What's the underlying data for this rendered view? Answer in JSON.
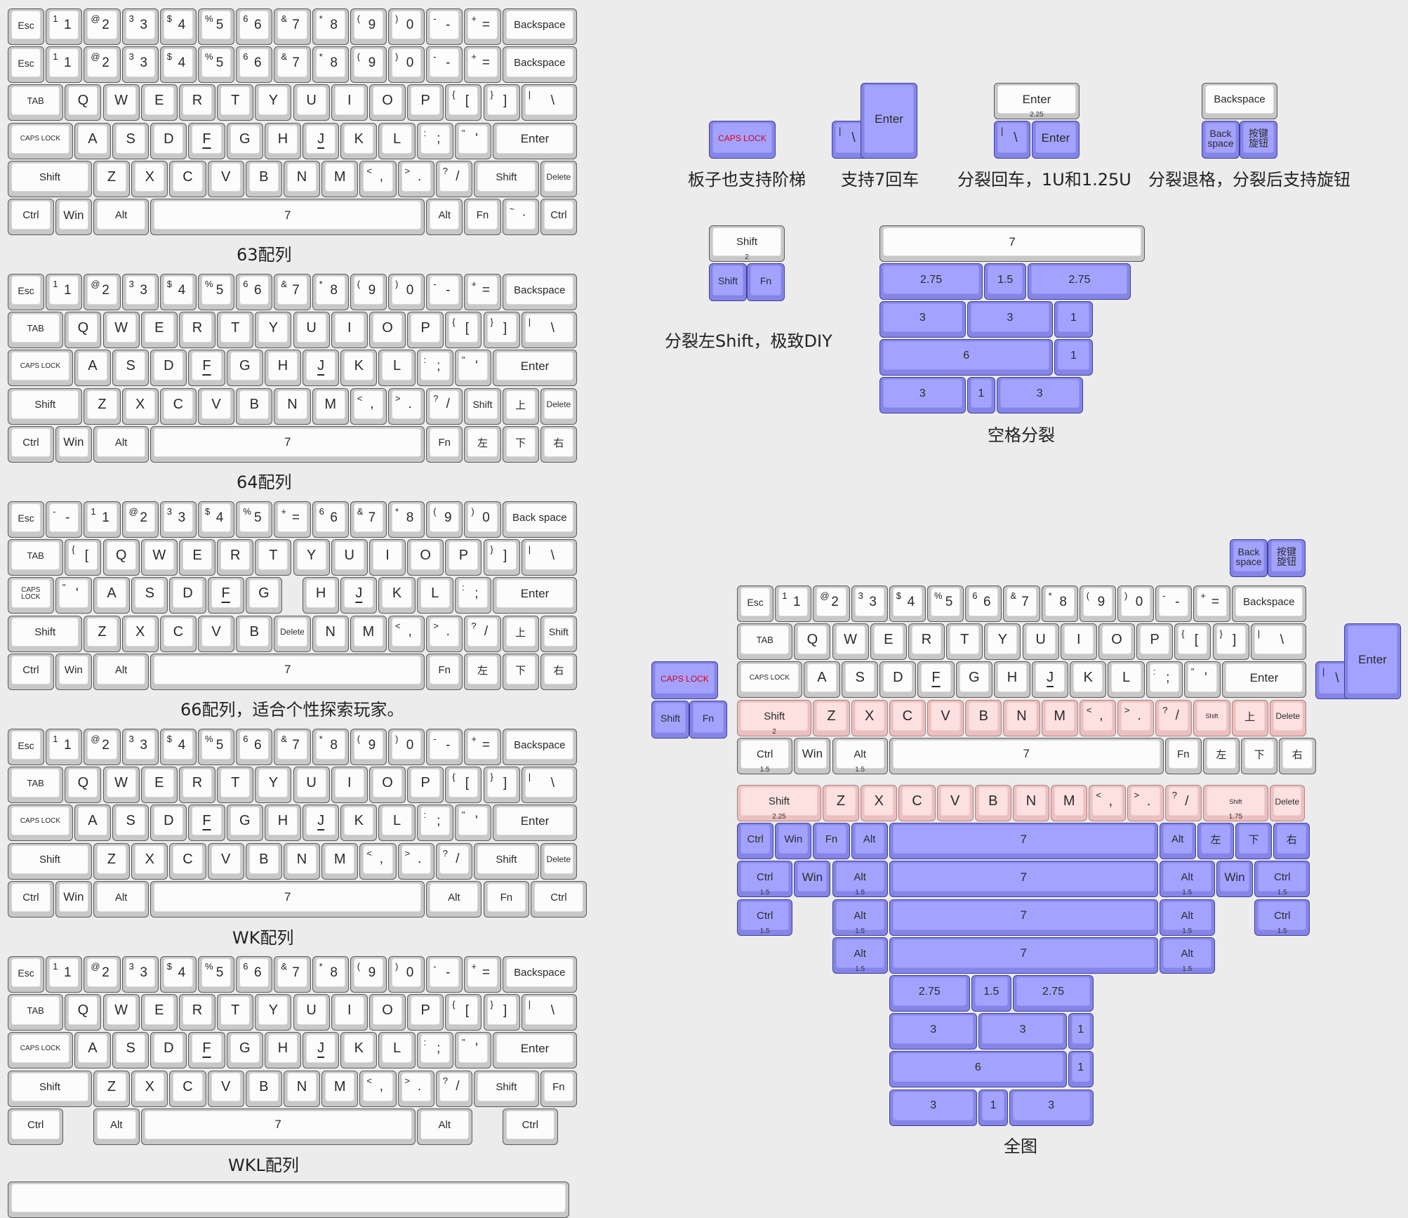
{
  "captions": {
    "layout_63": "63配列",
    "layout_64": "64配列",
    "layout_66": "66配列，适合个性探索玩家。",
    "layout_wk": "WK配列",
    "layout_wkl": "WKL配列",
    "stepped": "板子也支持阶梯",
    "iso_enter": "支持7回车",
    "split_enter": "分裂回车，1U和1.25U",
    "split_backspace": "分裂退格，分裂后支持旋钮",
    "split_shift": "分裂左Shift，极致DIY",
    "split_space": "空格分裂",
    "full": "全图"
  },
  "colors": {
    "white_key": "#fcfcfc",
    "blue_key": "#a3a3ff",
    "pink_key": "#fde0e0",
    "caps_red": "#d6001c"
  },
  "keys": {
    "esc": "Esc",
    "tab": "TAB",
    "caps": "CAPS LOCK",
    "shift": "Shift",
    "ctrl": "Ctrl",
    "win": "Win",
    "alt": "Alt",
    "fn": "Fn",
    "enter": "Enter",
    "backspace": "Backspace",
    "backspace_split": "Back space",
    "back_space": "Back space",
    "delete": "Delete",
    "space": "7",
    "knob": "按键旋钮",
    "up": "上",
    "left": "左",
    "down": "下",
    "right": "右",
    "n1": "1",
    "n2": "2",
    "n3": "3",
    "n4": "4",
    "n5": "5",
    "n6": "6",
    "n7": "7",
    "n8": "8",
    "n9": "9",
    "n0": "0",
    "s1": "1",
    "s2": "@",
    "s3": "3",
    "s4": "$",
    "s5": "%",
    "s6": "6",
    "s7": "&",
    "s8": "*",
    "s9": "(",
    "s0": ")",
    "minus": "-",
    "minus_s": "-",
    "equal": "=",
    "equal_s": "+",
    "lbr": "[",
    "lbr_s": "{",
    "rbr": "]",
    "rbr_s": "}",
    "bsl": "\\",
    "bsl_s": "|",
    "semi": ";",
    "semi_s": ":",
    "quote": "'",
    "quote_s": "\"",
    "comma": ",",
    "comma_s": "<",
    "dot": ".",
    "dot_s": ">",
    "slash": "/",
    "slash_s": "?",
    "tilde": "·",
    "tilde_s": "~",
    "Q": "Q",
    "W": "W",
    "E": "E",
    "R": "R",
    "T": "T",
    "Y": "Y",
    "U": "U",
    "I": "I",
    "O": "O",
    "P": "P",
    "A": "A",
    "S": "S",
    "D": "D",
    "F": "F",
    "G": "G",
    "H": "H",
    "J": "J",
    "K": "K",
    "L": "L",
    "Z": "Z",
    "X": "X",
    "C": "C",
    "V": "V",
    "B": "B",
    "N": "N",
    "M": "M",
    "u2": "2",
    "u225": "2.25",
    "u15": "1.5",
    "u175": "1.75",
    "s275": "2.75",
    "s15": "1.5"
  }
}
